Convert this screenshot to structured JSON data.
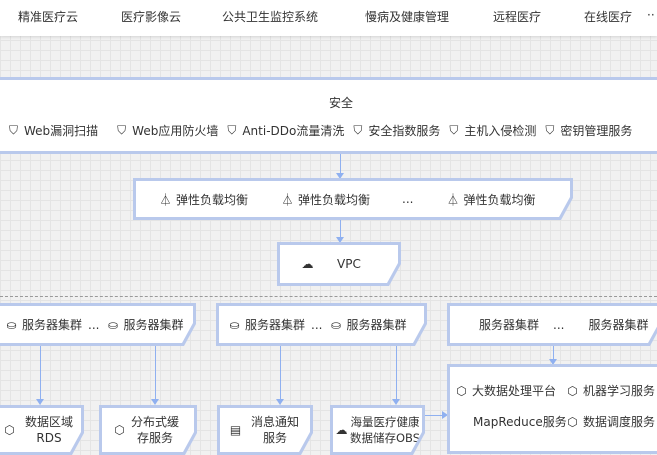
{
  "nav": [
    "精准医疗云",
    "医疗影像云",
    "公共卫生监控系统",
    "慢病及健康管理",
    "远程医疗",
    "在线医疗",
    "··"
  ],
  "security": {
    "title": "安全",
    "items": [
      "Web漏洞扫描",
      "Web应用防火墙",
      "Anti-DDo流量清洗",
      "安全指数服务",
      "主机入侵检测",
      "密钥管理服务"
    ]
  },
  "lb": {
    "items": [
      "弹性负载均衡",
      "弹性负载均衡",
      "弹性负载均衡"
    ],
    "ellipsis": "..."
  },
  "vpc": "VPC",
  "clusters": {
    "label": "服务器集群",
    "ellipsis": "..."
  },
  "bottom": {
    "rds": [
      "数据区域",
      "RDS"
    ],
    "cache": [
      "分布式缓",
      "存服务"
    ],
    "msg": [
      "消息通知",
      "服务"
    ],
    "obs": [
      "海量医疗健康",
      "数据储存OBS"
    ]
  },
  "bigdata": [
    "大数据处理平台",
    "机器学习服务",
    "MapReduce服务",
    "数据调度服务"
  ],
  "colors": {
    "border": "#b9c9ec",
    "line": "#8fb0f0"
  }
}
